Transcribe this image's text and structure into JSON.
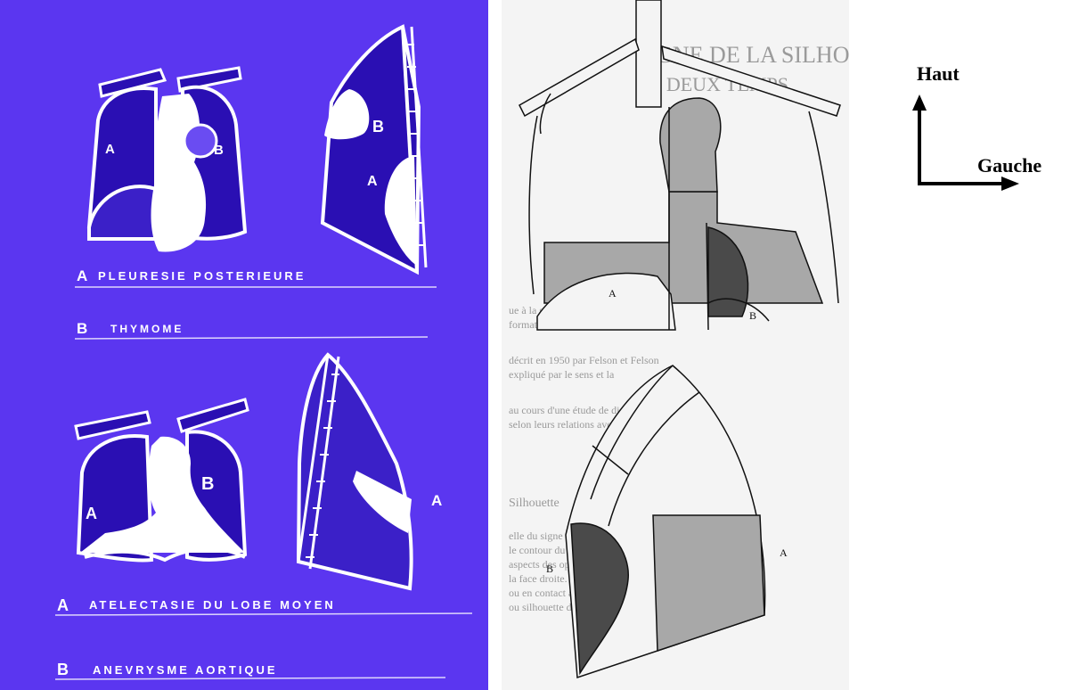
{
  "slide": {
    "background": "#5b36f0",
    "case1": {
      "caption_a_letter": "A",
      "caption_a_text": "PLEURESIE POSTERIEURE",
      "caption_b_letter": "B",
      "caption_b_text": "THYMOME",
      "frontal_label_a": "A",
      "frontal_label_b": "B",
      "lateral_label_a": "A",
      "lateral_label_b": "B"
    },
    "case2": {
      "caption_a_letter": "A",
      "caption_a_text": "ATELECTASIE DU LOBE MOYEN",
      "caption_b_letter": "B",
      "caption_b_text": "ANEVRYSME AORTIQUE",
      "frontal_label_a": "A",
      "frontal_label_b": "B",
      "lateral_label_a": "A"
    }
  },
  "drawing": {
    "frontal_label_a": "A",
    "frontal_label_b": "B",
    "lateral_label_a": "A",
    "lateral_label_b": "B",
    "ghost_heading_1": "SIGNE DE LA SILHOUETTE DE L",
    "ghost_heading_2": "EN DEUX TEMPS",
    "ghost_lines": [
      "ue à la silhouette de la face droite",
      "formation d'un certain diamètre.",
      "décrit en 1950 par Felson et Felson",
      "expliqué par le sens et la",
      "au cours d'une étude de diagnostic",
      "selon leurs relations avec le cœur et",
      "Silhouette",
      "elle du signe de la silhouette est une",
      "le contour du cœur ou de l'aorte est",
      "aspects des opacités adjacentes",
      "la face droite. Le contour d'une",
      "ou en contact avec le bord",
      "ou silhouette d'une opacité"
    ]
  },
  "orientation": {
    "up_label": "Haut",
    "left_label": "Gauche"
  },
  "colors": {
    "slide_blue": "#5b36f0",
    "lung_dark": "#2a0fb3",
    "shade_light": "#a8a8a8",
    "shade_dark": "#4a4a4a"
  }
}
